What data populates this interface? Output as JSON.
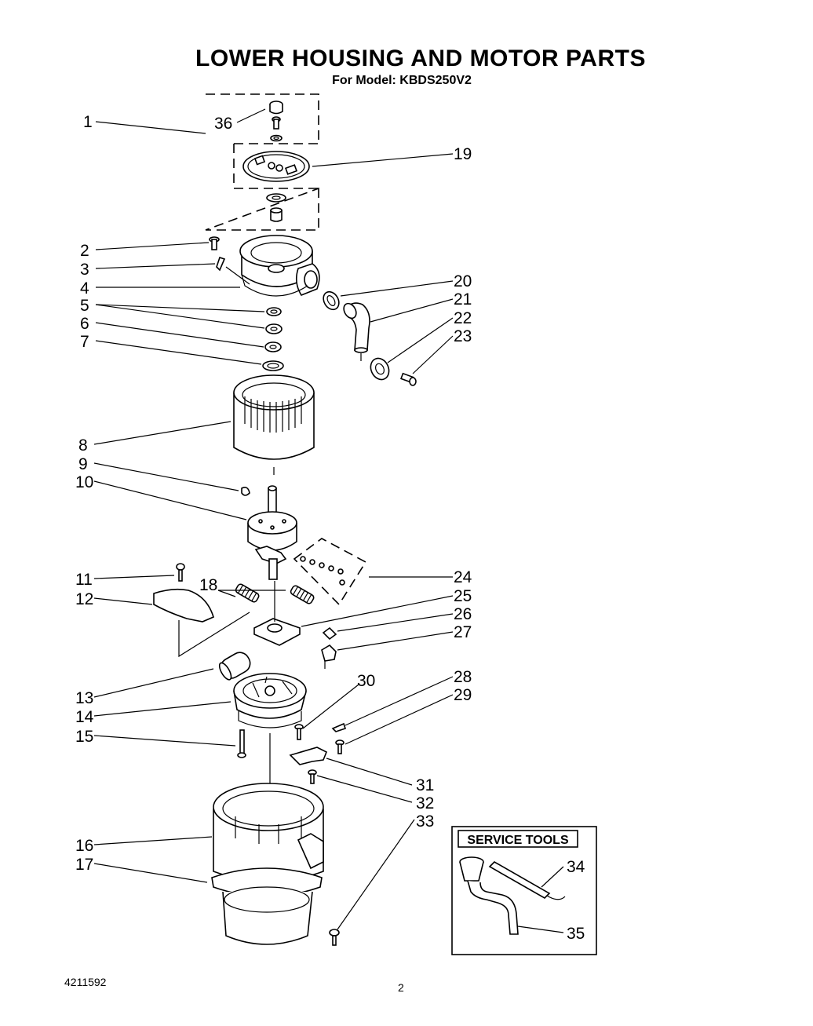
{
  "header": {
    "title": "LOWER HOUSING AND MOTOR PARTS",
    "subtitle": "For Model: KBDS250V2"
  },
  "service_tools": {
    "title": "SERVICE TOOLS"
  },
  "footer": {
    "doc_number": "4211592",
    "page_number": "2"
  },
  "callouts": [
    {
      "label": "1"
    },
    {
      "label": "2"
    },
    {
      "label": "3"
    },
    {
      "label": "4"
    },
    {
      "label": "5"
    },
    {
      "label": "6"
    },
    {
      "label": "7"
    },
    {
      "label": "8"
    },
    {
      "label": "9"
    },
    {
      "label": "10"
    },
    {
      "label": "11"
    },
    {
      "label": "12"
    },
    {
      "label": "13"
    },
    {
      "label": "14"
    },
    {
      "label": "15"
    },
    {
      "label": "16"
    },
    {
      "label": "17"
    },
    {
      "label": "18"
    },
    {
      "label": "19"
    },
    {
      "label": "20"
    },
    {
      "label": "21"
    },
    {
      "label": "22"
    },
    {
      "label": "23"
    },
    {
      "label": "24"
    },
    {
      "label": "25"
    },
    {
      "label": "26"
    },
    {
      "label": "27"
    },
    {
      "label": "28"
    },
    {
      "label": "29"
    },
    {
      "label": "30"
    },
    {
      "label": "31"
    },
    {
      "label": "32"
    },
    {
      "label": "33"
    },
    {
      "label": "34"
    },
    {
      "label": "35"
    },
    {
      "label": "36"
    }
  ]
}
